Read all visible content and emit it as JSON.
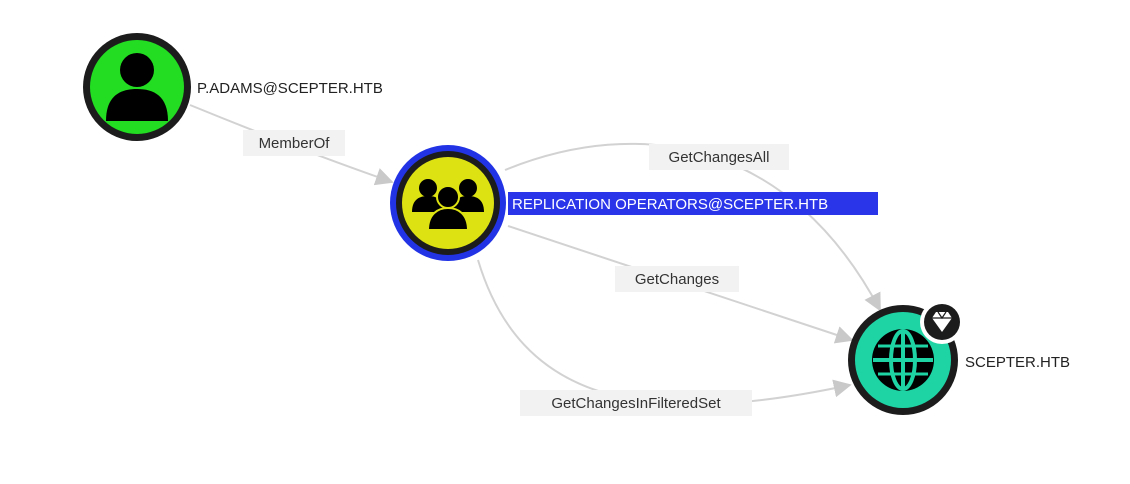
{
  "nodes": {
    "user": {
      "label": "P.ADAMS@SCEPTER.HTB",
      "color": "#22dd22",
      "icon": "user-icon"
    },
    "group": {
      "label": "REPLICATION OPERATORS@SCEPTER.HTB",
      "color": "#dde312",
      "ring_color": "#2233e6",
      "icon": "group-icon"
    },
    "domain": {
      "label": "SCEPTER.HTB",
      "color": "#1ed4a4",
      "icon": "globe-icon",
      "badge_icon": "diamond-icon"
    }
  },
  "edges": [
    {
      "id": "memberof",
      "label": "MemberOf",
      "from": "user",
      "to": "group"
    },
    {
      "id": "getchangesall",
      "label": "GetChangesAll",
      "from": "group",
      "to": "domain"
    },
    {
      "id": "getchanges",
      "label": "GetChanges",
      "from": "group",
      "to": "domain"
    },
    {
      "id": "getchangesinfilteredset",
      "label": "GetChangesInFilteredSet",
      "from": "group",
      "to": "domain"
    }
  ]
}
